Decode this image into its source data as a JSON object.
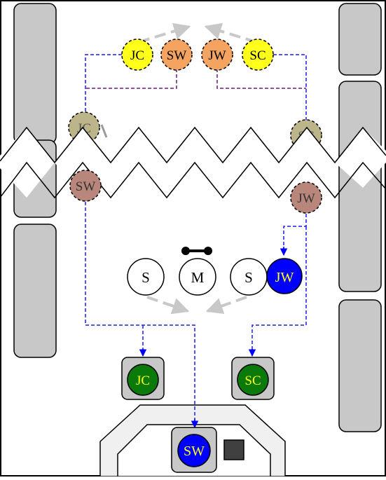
{
  "colors": {
    "yellow": "#ffff1a",
    "orange": "#f4a460",
    "olive": "#bdb58a",
    "rose": "#b9867b",
    "blue": "#0000ff",
    "green": "#0a7a0a",
    "gray": "#c8c8c8",
    "dark_gray": "#404040",
    "dashed_blue": "#1a1aff",
    "dashed_purple": "#6a1a7a"
  },
  "top_row": {
    "jc": "JC",
    "sw": "SW",
    "jw": "JW",
    "sc": "SC"
  },
  "upper_faded": {
    "jc": "JC",
    "sc": "SC"
  },
  "lower_faded": {
    "sw": "SW",
    "jw": "JW"
  },
  "middle_row": {
    "s_left": "S",
    "m": "M",
    "s_right": "S",
    "jw": "JW"
  },
  "bottom": {
    "jc": "JC",
    "sc": "SC",
    "sw": "SW"
  }
}
